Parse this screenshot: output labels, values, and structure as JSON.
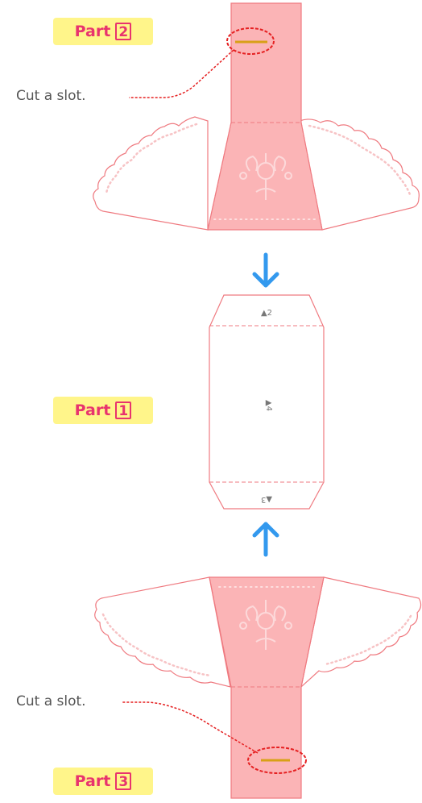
{
  "labels": {
    "part2": {
      "text": "Part",
      "num": "2"
    },
    "part1": {
      "text": "Part",
      "num": "1"
    },
    "part3": {
      "text": "Part",
      "num": "3"
    },
    "cut_top": "Cut a slot.",
    "cut_bottom": "Cut a slot."
  },
  "markers": {
    "top": "▲2",
    "middle": "▲4",
    "bottom": "▲3"
  },
  "colors": {
    "pink_fill": "#fbb4b6",
    "pink_line": "#ef7a80",
    "dash_red": "#e52021",
    "arrow_blue": "#3399ee",
    "label_bg": "#fff58a",
    "label_text": "#e8336e",
    "slot": "#d8a017"
  }
}
